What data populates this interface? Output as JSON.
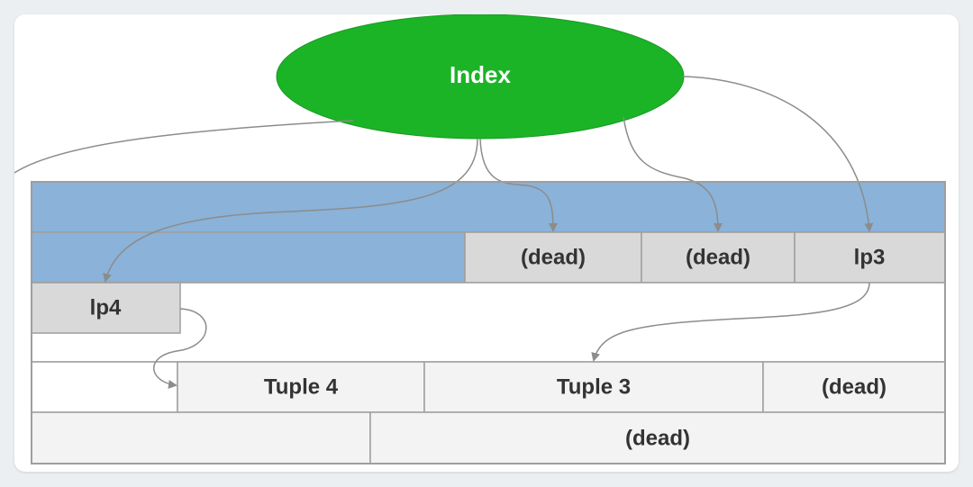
{
  "colors": {
    "index_fill": "#1bb427",
    "index_stroke": "#189a23",
    "index_text": "#ffffff",
    "blue_fill": "#8bb2d8",
    "grey_cell": "#d9d9d9",
    "light_cell": "#f3f3f3",
    "white_cell": "#ffffff",
    "border": "#9e9e9e",
    "arrow": "#8c8c8c",
    "text": "#333333"
  },
  "index": {
    "label": "Index"
  },
  "line_pointers": {
    "dead_1": "(dead)",
    "dead_2": "(dead)",
    "lp3": "lp3",
    "lp4": "lp4"
  },
  "tuples": {
    "tuple4": "Tuple 4",
    "tuple3": "Tuple 3",
    "dead_3": "(dead)",
    "dead_4": "(dead)"
  }
}
